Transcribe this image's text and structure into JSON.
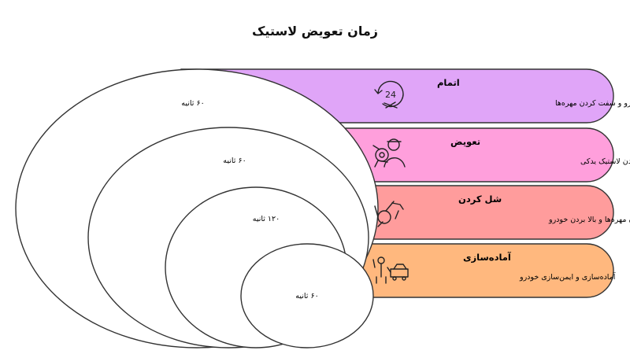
{
  "title": "زمان تعویض لاستیک",
  "steps": [
    {
      "title": "اتمام",
      "desc": "پایین آوردن خودرو و سفت کردن مهره‌ها",
      "time": "۶۰ ثانیه",
      "color": "#e0a5f8",
      "icon": "clock-24-wrench-icon"
    },
    {
      "title": "تعویض",
      "desc": "برداشتن لاستیک پنچر و قرار دادن لاستیک یدکی",
      "time": "۶۰ ثانیه",
      "color": "#ff9fdc",
      "icon": "mechanic-tire-icon"
    },
    {
      "title": "شل کردن",
      "desc": "شل کردن مهره‌ها و بالا بردن خودرو",
      "time": "۱۲۰ ثانیه",
      "color": "#ff9c9c",
      "icon": "lug-wrench-icon"
    },
    {
      "title": "آماده‌سازی",
      "desc": "آماده‌سازی و ایمن‌سازی خودرو",
      "time": "۶۰ ثانیه",
      "color": "#ffb87e",
      "icon": "worker-car-icon"
    }
  ]
}
